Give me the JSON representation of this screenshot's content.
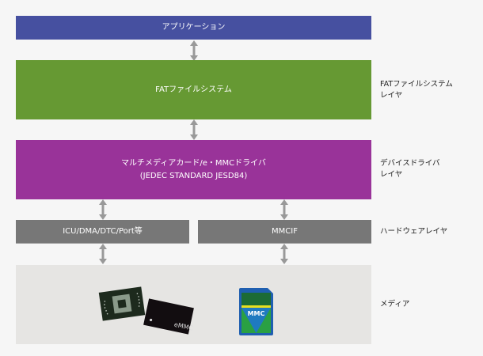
{
  "layers": {
    "application": {
      "label": "アプリケーション",
      "color": "#4650a0"
    },
    "filesystem": {
      "label": "FATファイルシステム",
      "color": "#669933"
    },
    "driver": {
      "line1": "マルチメディアカード/e・MMCドライバ",
      "line2": "(JEDEC STANDARD JESD84)",
      "color": "#993399"
    },
    "hardware": [
      {
        "label": "ICU/DMA/DTC/Port等",
        "color": "#777777"
      },
      {
        "label": "MMCIF",
        "color": "#777777"
      }
    ],
    "media": {
      "color": "#e6e5e3",
      "items": [
        {
          "icon": "bga-chip-icon"
        },
        {
          "icon": "emmc-chip-icon",
          "text": "eMMC"
        },
        {
          "icon": "mmc-card-icon",
          "text": "MMC"
        }
      ]
    }
  },
  "side_labels": {
    "filesystem": [
      "FATファイルシステム",
      "レイヤ"
    ],
    "driver": [
      "デバイスドライバ",
      "レイヤ"
    ],
    "hardware": [
      "ハードウェアレイヤ"
    ],
    "media": [
      "メディア"
    ]
  },
  "arrow_color": "#999999"
}
